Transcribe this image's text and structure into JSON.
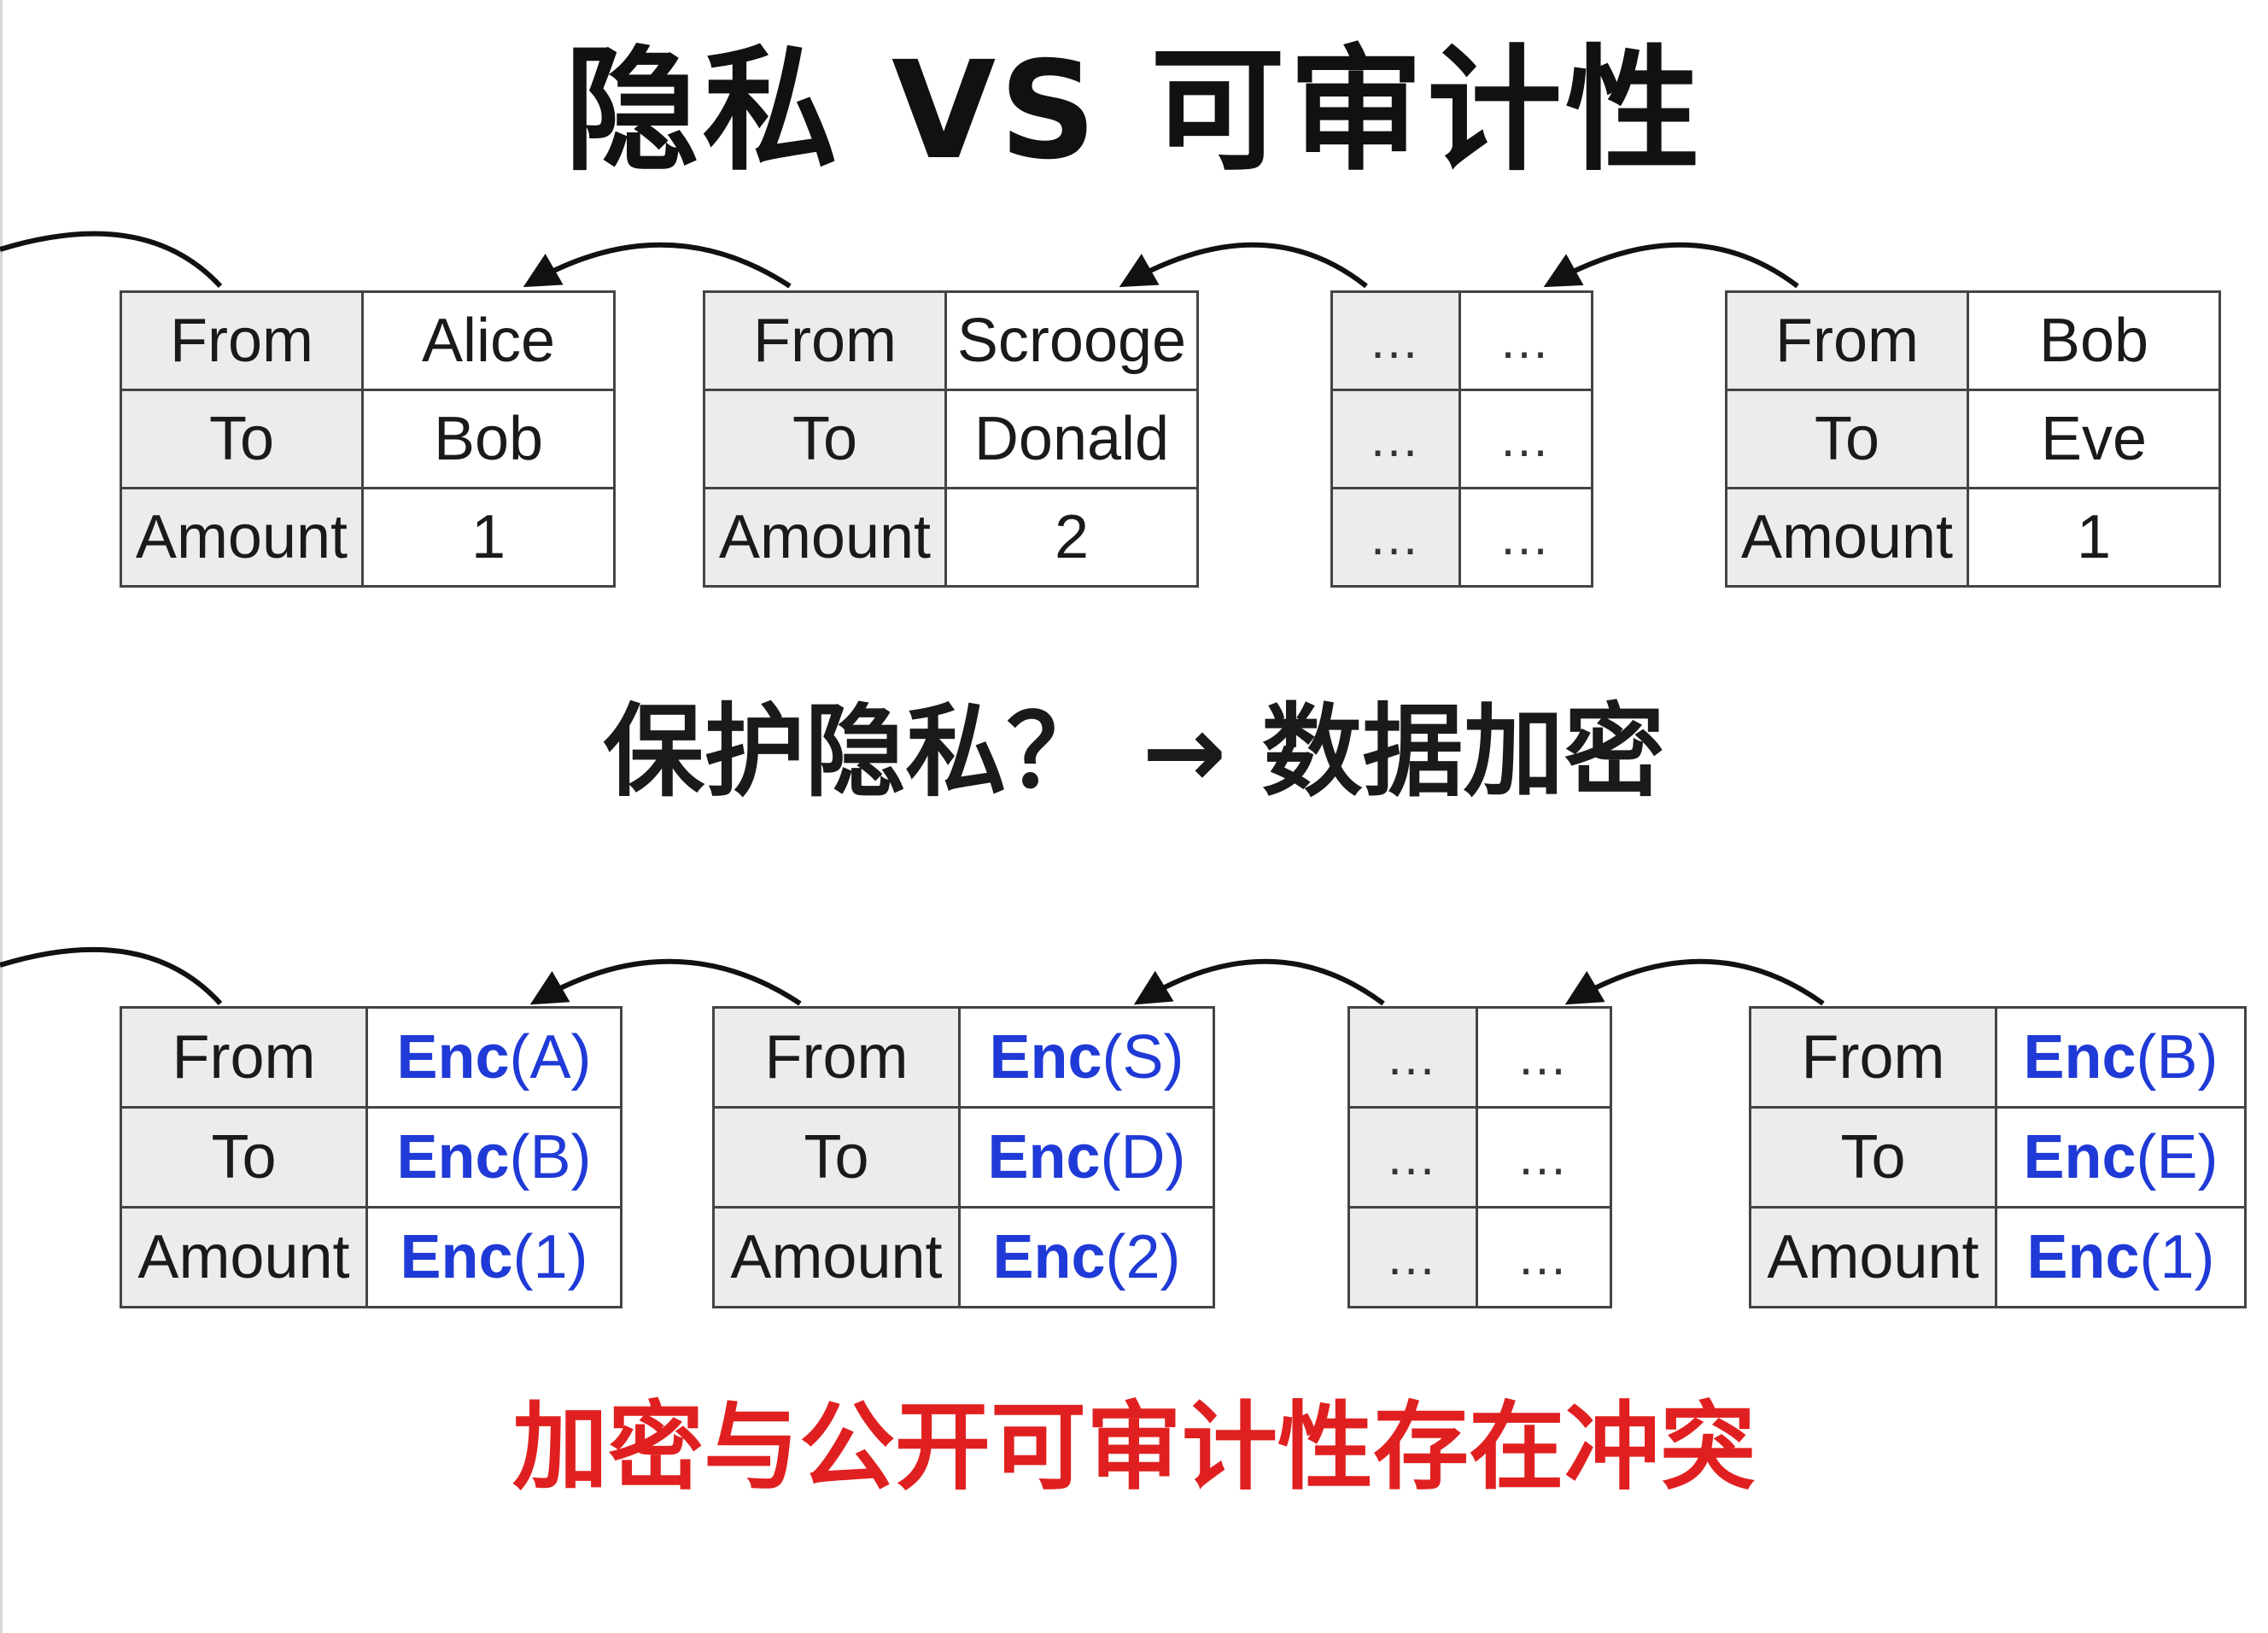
{
  "title": "隐私 VS 可审计性",
  "subtitle": "保护隐私？ → 数据加密",
  "conflict_note": "加密与公开可审计性存在冲突",
  "colors": {
    "enc_blue": "#1f3ad6",
    "conflict_red": "#e02020",
    "key_cell_bg": "#ececec"
  },
  "plain_chain": [
    {
      "rows": [
        {
          "key": "From",
          "value": "Alice"
        },
        {
          "key": "To",
          "value": "Bob"
        },
        {
          "key": "Amount",
          "value": "1"
        }
      ]
    },
    {
      "rows": [
        {
          "key": "From",
          "value": "Scrooge"
        },
        {
          "key": "To",
          "value": "Donald"
        },
        {
          "key": "Amount",
          "value": "2"
        }
      ]
    },
    {
      "rows": [
        {
          "key": "…",
          "value": "…"
        },
        {
          "key": "…",
          "value": "…"
        },
        {
          "key": "…",
          "value": "…"
        }
      ]
    },
    {
      "rows": [
        {
          "key": "From",
          "value": "Bob"
        },
        {
          "key": "To",
          "value": "Eve"
        },
        {
          "key": "Amount",
          "value": "1"
        }
      ]
    }
  ],
  "encrypted_chain": [
    {
      "rows": [
        {
          "key": "From",
          "enc": "Enc",
          "arg": "(A)"
        },
        {
          "key": "To",
          "enc": "Enc",
          "arg": "(B)"
        },
        {
          "key": "Amount",
          "enc": "Enc",
          "arg": "(1)"
        }
      ]
    },
    {
      "rows": [
        {
          "key": "From",
          "enc": "Enc",
          "arg": "(S)"
        },
        {
          "key": "To",
          "enc": "Enc",
          "arg": "(D)"
        },
        {
          "key": "Amount",
          "enc": "Enc",
          "arg": "(2)"
        }
      ]
    },
    {
      "rows": [
        {
          "key": "…",
          "value": "…"
        },
        {
          "key": "…",
          "value": "…"
        },
        {
          "key": "…",
          "value": "…"
        }
      ]
    },
    {
      "rows": [
        {
          "key": "From",
          "enc": "Enc",
          "arg": "(B)"
        },
        {
          "key": "To",
          "enc": "Enc",
          "arg": "(E)"
        },
        {
          "key": "Amount",
          "enc": "Enc",
          "arg": "(1)"
        }
      ]
    }
  ]
}
